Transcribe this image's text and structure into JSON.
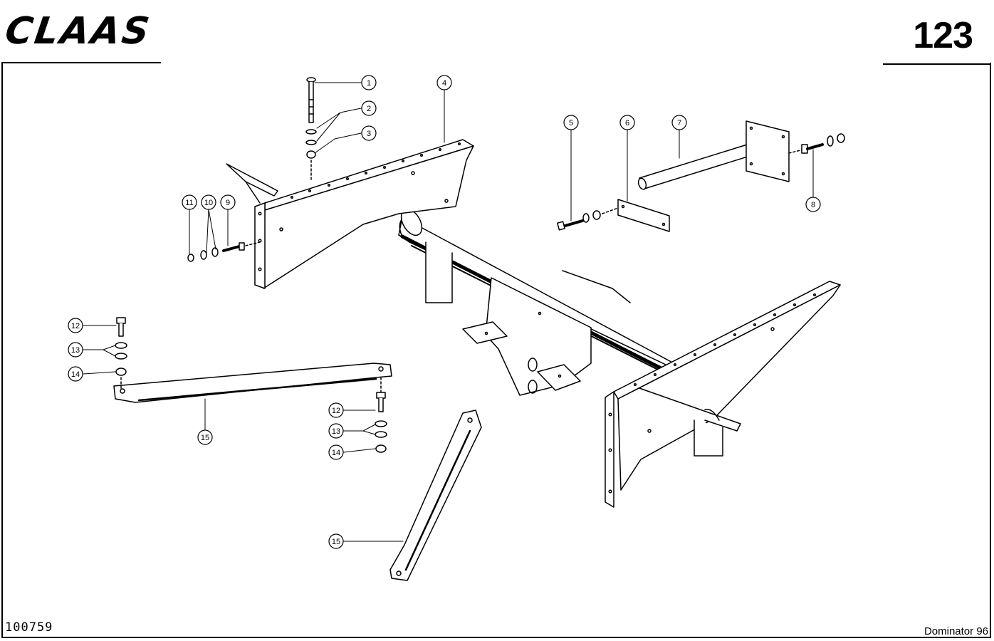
{
  "header": {
    "brand": "CLAAS",
    "page_number": "123"
  },
  "footer": {
    "drawing_id": "100759",
    "model": "Dominator 96"
  },
  "callouts": [
    {
      "id": "c1",
      "label": "1"
    },
    {
      "id": "c2",
      "label": "2"
    },
    {
      "id": "c3",
      "label": "3"
    },
    {
      "id": "c4",
      "label": "4"
    },
    {
      "id": "c5",
      "label": "5"
    },
    {
      "id": "c6",
      "label": "6"
    },
    {
      "id": "c7",
      "label": "7"
    },
    {
      "id": "c8",
      "label": "8"
    },
    {
      "id": "c9",
      "label": "9"
    },
    {
      "id": "c10",
      "label": "10"
    },
    {
      "id": "c11",
      "label": "11"
    },
    {
      "id": "c12a",
      "label": "12"
    },
    {
      "id": "c13a",
      "label": "13"
    },
    {
      "id": "c14a",
      "label": "14"
    },
    {
      "id": "c15a",
      "label": "15"
    },
    {
      "id": "c12b",
      "label": "12"
    },
    {
      "id": "c13b",
      "label": "13"
    },
    {
      "id": "c14b",
      "label": "14"
    },
    {
      "id": "c15b",
      "label": "15"
    }
  ]
}
